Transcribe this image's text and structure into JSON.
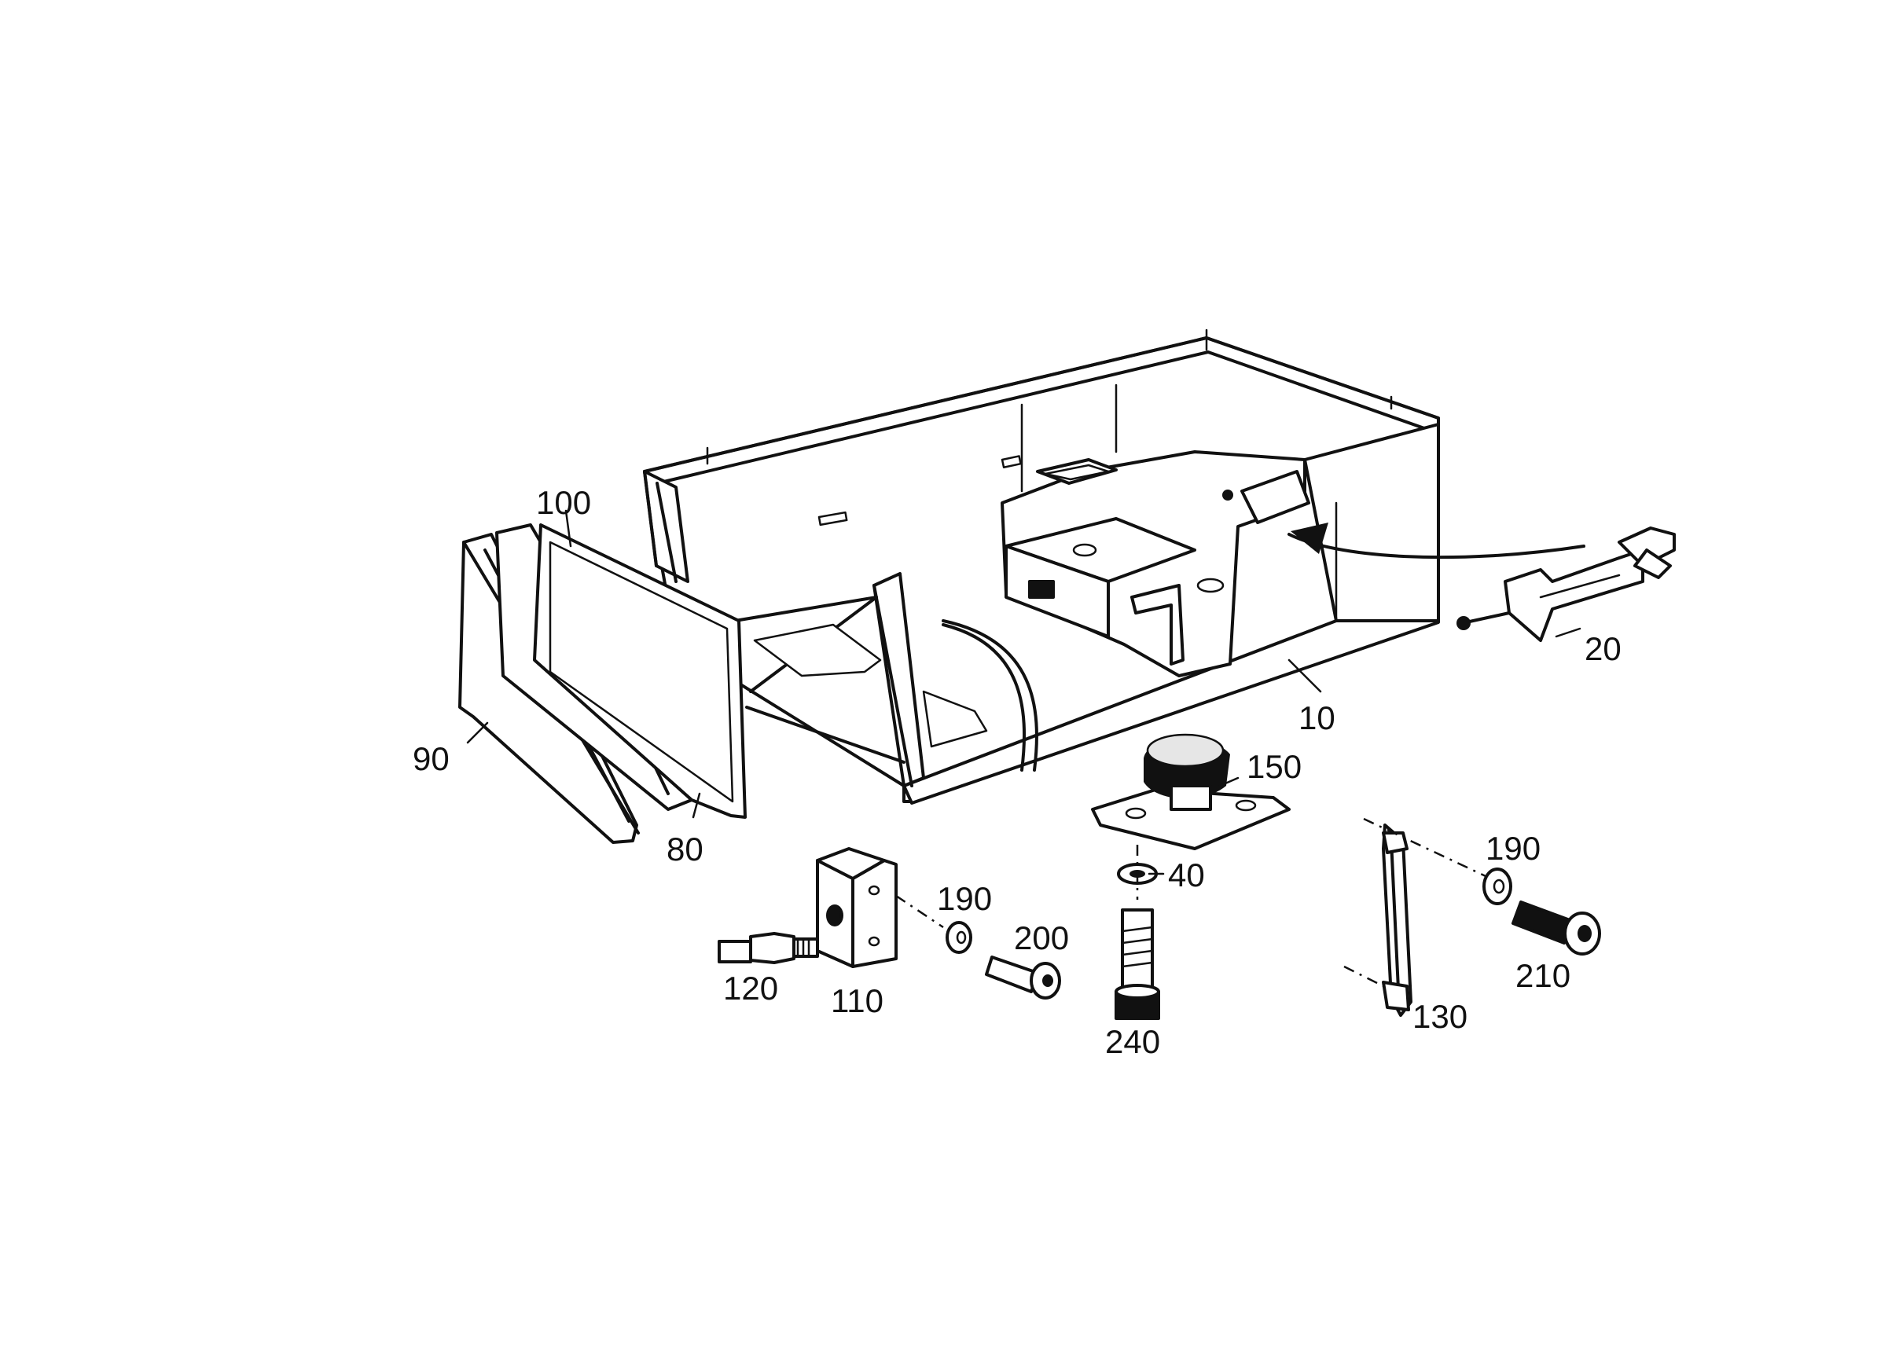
{
  "diagram": {
    "callouts": {
      "c10": "10",
      "c20": "20",
      "c40": "40",
      "c80": "80",
      "c90": "90",
      "c100": "100",
      "c110": "110",
      "c120": "120",
      "c130": "130",
      "c150": "150",
      "c190a": "190",
      "c190b": "190",
      "c200": "200",
      "c210": "210",
      "c240": "240"
    },
    "colors": {
      "line": "#111111",
      "background": "#ffffff"
    }
  }
}
